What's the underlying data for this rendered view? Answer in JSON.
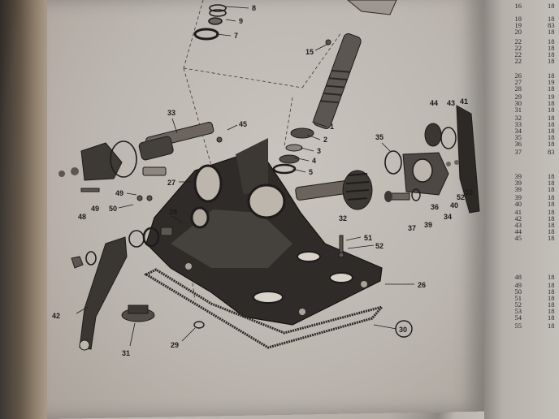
{
  "diagram": {
    "callouts": [
      "8",
      "9",
      "7",
      "15",
      "1",
      "2",
      "3",
      "4",
      "5",
      "33",
      "45",
      "35",
      "44",
      "43",
      "41",
      "27",
      "49",
      "50",
      "48",
      "49",
      "28",
      "32",
      "37",
      "39",
      "36",
      "40",
      "52",
      "53",
      "34",
      "51",
      "52",
      "42",
      "31",
      "29",
      "26",
      "30"
    ],
    "circled_callout": "30"
  },
  "reference_column": {
    "rows": [
      {
        "num": "16",
        "part": "18"
      },
      {
        "num": "18",
        "part": "18"
      },
      {
        "num": "19",
        "part": "83"
      },
      {
        "num": "20",
        "part": "18"
      },
      {
        "num": "22",
        "part": "18"
      },
      {
        "num": "22",
        "part": "18"
      },
      {
        "num": "22",
        "part": "18"
      },
      {
        "num": "22",
        "part": "18"
      },
      {
        "num": "26",
        "part": "18"
      },
      {
        "num": "27",
        "part": "19"
      },
      {
        "num": "28",
        "part": "18"
      },
      {
        "num": "29",
        "part": "19"
      },
      {
        "num": "30",
        "part": "18"
      },
      {
        "num": "31",
        "part": "18"
      },
      {
        "num": "32",
        "part": "18"
      },
      {
        "num": "33",
        "part": "18"
      },
      {
        "num": "34",
        "part": "18"
      },
      {
        "num": "35",
        "part": "18"
      },
      {
        "num": "36",
        "part": "18"
      },
      {
        "num": "37",
        "part": "83"
      },
      {
        "num": "39",
        "part": "18"
      },
      {
        "num": "39",
        "part": "18"
      },
      {
        "num": "39",
        "part": "18"
      },
      {
        "num": "39",
        "part": "18"
      },
      {
        "num": "40",
        "part": "18"
      },
      {
        "num": "41",
        "part": "18"
      },
      {
        "num": "42",
        "part": "18"
      },
      {
        "num": "43",
        "part": "18"
      },
      {
        "num": "44",
        "part": "18"
      },
      {
        "num": "45",
        "part": "18"
      },
      {
        "num": "48",
        "part": "18"
      },
      {
        "num": "49",
        "part": "18"
      },
      {
        "num": "50",
        "part": "18"
      },
      {
        "num": "51",
        "part": "18"
      },
      {
        "num": "52",
        "part": "18"
      },
      {
        "num": "53",
        "part": "18"
      },
      {
        "num": "54",
        "part": "18"
      },
      {
        "num": "55",
        "part": "18"
      }
    ]
  }
}
